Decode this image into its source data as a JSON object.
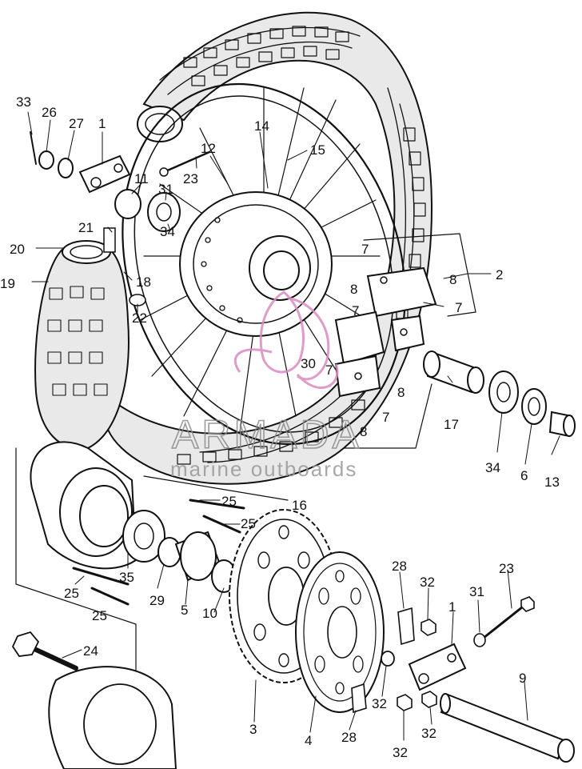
{
  "diagram": {
    "callouts": [
      {
        "id": "c33",
        "text": "33"
      },
      {
        "id": "c26",
        "text": "26"
      },
      {
        "id": "c27",
        "text": "27"
      },
      {
        "id": "c1a",
        "text": "1"
      },
      {
        "id": "c14",
        "text": "14"
      },
      {
        "id": "c15",
        "text": "15"
      },
      {
        "id": "c12",
        "text": "12"
      },
      {
        "id": "c11",
        "text": "11"
      },
      {
        "id": "c23a",
        "text": "23"
      },
      {
        "id": "c31a",
        "text": "31"
      },
      {
        "id": "c34a",
        "text": "34"
      },
      {
        "id": "c21",
        "text": "21"
      },
      {
        "id": "c20",
        "text": "20"
      },
      {
        "id": "c19",
        "text": "19"
      },
      {
        "id": "c18",
        "text": "18"
      },
      {
        "id": "c22",
        "text": "22"
      },
      {
        "id": "c7a",
        "text": "7"
      },
      {
        "id": "c8a",
        "text": "8"
      },
      {
        "id": "c8b",
        "text": "8"
      },
      {
        "id": "c2",
        "text": "2"
      },
      {
        "id": "c7b",
        "text": "7"
      },
      {
        "id": "c7c",
        "text": "7"
      },
      {
        "id": "c30",
        "text": "30"
      },
      {
        "id": "c7d",
        "text": "7"
      },
      {
        "id": "c8c",
        "text": "8"
      },
      {
        "id": "c8d",
        "text": "8"
      },
      {
        "id": "c7e",
        "text": "7"
      },
      {
        "id": "c17",
        "text": "17"
      },
      {
        "id": "c34b",
        "text": "34"
      },
      {
        "id": "c6",
        "text": "6"
      },
      {
        "id": "c13",
        "text": "13"
      },
      {
        "id": "c25a",
        "text": "25"
      },
      {
        "id": "c16",
        "text": "16"
      },
      {
        "id": "c25b",
        "text": "25"
      },
      {
        "id": "c35",
        "text": "35"
      },
      {
        "id": "c29",
        "text": "29"
      },
      {
        "id": "c25c",
        "text": "25"
      },
      {
        "id": "c25d",
        "text": "25"
      },
      {
        "id": "c5",
        "text": "5"
      },
      {
        "id": "c10",
        "text": "10"
      },
      {
        "id": "c28a",
        "text": "28"
      },
      {
        "id": "c32a",
        "text": "32"
      },
      {
        "id": "c1b",
        "text": "1"
      },
      {
        "id": "c23b",
        "text": "23"
      },
      {
        "id": "c31b",
        "text": "31"
      },
      {
        "id": "c24",
        "text": "24"
      },
      {
        "id": "c3",
        "text": "3"
      },
      {
        "id": "c4",
        "text": "4"
      },
      {
        "id": "c28b",
        "text": "28"
      },
      {
        "id": "c32b",
        "text": "32"
      },
      {
        "id": "c32c",
        "text": "32"
      },
      {
        "id": "c9",
        "text": "9"
      },
      {
        "id": "c32d",
        "text": "32"
      }
    ]
  },
  "watermark": {
    "title": "ARMADA",
    "subtitle": "marine outboards",
    "logo_color": "#d98cc0",
    "text_color": "#8a8a8a"
  }
}
